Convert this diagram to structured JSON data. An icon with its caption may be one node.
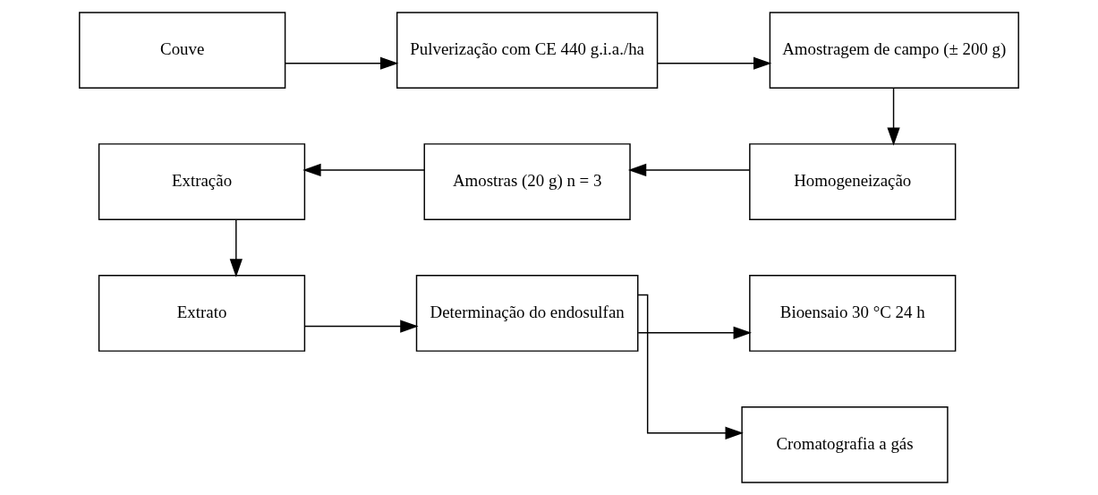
{
  "diagram": {
    "nodes": [
      {
        "text": [
          "Couve"
        ]
      },
      {
        "text": [
          "Pulverização com CE 440 g.i.a./ha"
        ]
      },
      {
        "text": [
          "Amostragem de campo (± 200 g)"
        ]
      },
      {
        "text": [
          "Homogeneização"
        ]
      },
      {
        "text": [
          "Amostras (20 g) n = 3"
        ]
      },
      {
        "text": [
          "Extração"
        ]
      },
      {
        "text": [
          "Extrato"
        ]
      },
      {
        "text": [
          "Determinação do endosulfan"
        ]
      },
      {
        "text": [
          "Bioensaio 30 °C 24 h"
        ]
      },
      {
        "text": [
          "Cromatografia a gás"
        ]
      }
    ],
    "edges": [
      {
        "from": 0,
        "to": 1,
        "arrow": "to"
      },
      {
        "from": 1,
        "to": 2,
        "arrow": "to"
      },
      {
        "from": 2,
        "to": 3,
        "arrow": "to"
      },
      {
        "from": 3,
        "to": 4,
        "arrow": "to"
      },
      {
        "from": 4,
        "to": 5,
        "arrow": "to"
      },
      {
        "from": 5,
        "to": 6,
        "arrow": "to"
      },
      {
        "from": 6,
        "to": 7,
        "arrow": "to"
      },
      {
        "from": 7,
        "to": 8,
        "arrow": "to"
      },
      {
        "from": 7,
        "to": 9,
        "arrow": "to"
      }
    ]
  }
}
